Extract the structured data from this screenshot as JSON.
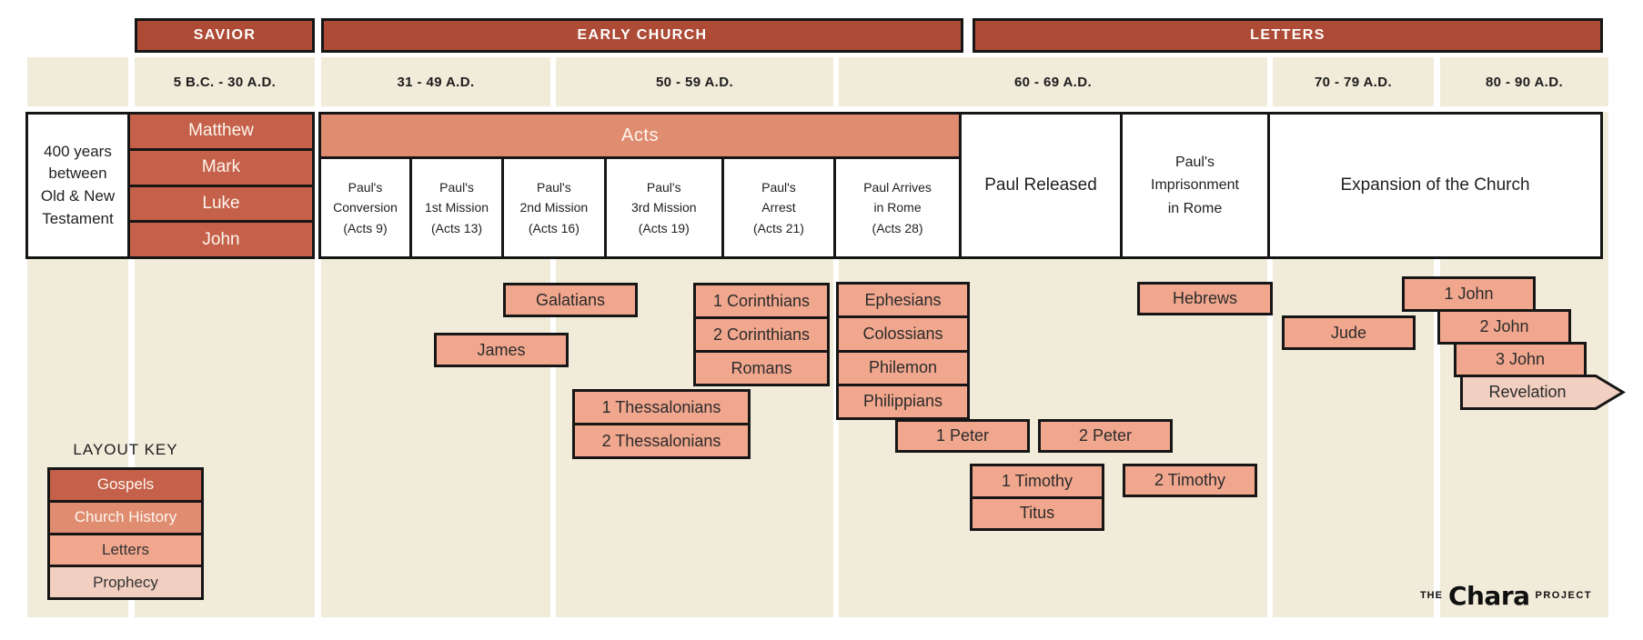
{
  "palette": {
    "header": "#ad4b36",
    "gospels": "#c5614a",
    "church": "#df8c70",
    "letters": "#f1a78e",
    "prophecy": "#f1cfc1",
    "beige": "#f1ebda",
    "border": "#161616"
  },
  "headers": [
    {
      "label": "SAVIOR"
    },
    {
      "label": "EARLY CHURCH"
    },
    {
      "label": "LETTERS"
    }
  ],
  "dates": [
    "5 B.C. - 30 A.D.",
    "31 - 49 A.D.",
    "50 - 59 A.D.",
    "60 - 69 A.D.",
    "70 - 79 A.D.",
    "80 - 90 A.D."
  ],
  "timeline": {
    "intertestamental": "400 years\nbetween\nOld & New\nTestament",
    "gospels": [
      "Matthew",
      "Mark",
      "Luke",
      "John"
    ],
    "acts_label": "Acts",
    "acts_events": [
      "Paul's\nConversion\n(Acts 9)",
      "Paul's\n1st Mission\n(Acts 13)",
      "Paul's\n2nd Mission\n(Acts 16)",
      "Paul's\n3rd Mission\n(Acts 19)",
      "Paul's\nArrest\n(Acts 21)",
      "Paul Arrives\nin Rome\n(Acts 28)"
    ],
    "paul_released": "Paul Released",
    "imprisonment": "Paul's\nImprisonment\nin Rome",
    "expansion": "Expansion of the Church"
  },
  "books": {
    "galatians": "Galatians",
    "james": "James",
    "cor1": "1 Corinthians",
    "cor2": "2 Corinthians",
    "romans": "Romans",
    "thess1": "1 Thessalonians",
    "thess2": "2 Thessalonians",
    "ephesians": "Ephesians",
    "colossians": "Colossians",
    "philemon": "Philemon",
    "philippians": "Philippians",
    "peter1": "1 Peter",
    "peter2": "2 Peter",
    "timothy1": "1 Timothy",
    "titus": "Titus",
    "timothy2": "2 Timothy",
    "hebrews": "Hebrews",
    "jude": "Jude",
    "john1": "1 John",
    "john2": "2 John",
    "john3": "3 John",
    "revelation": "Revelation"
  },
  "legend": {
    "title": "LAYOUT KEY",
    "items": [
      "Gospels",
      "Church History",
      "Letters",
      "Prophecy"
    ]
  },
  "logo": {
    "the": "THE",
    "chara": "Chara",
    "project": "PROJECT"
  }
}
